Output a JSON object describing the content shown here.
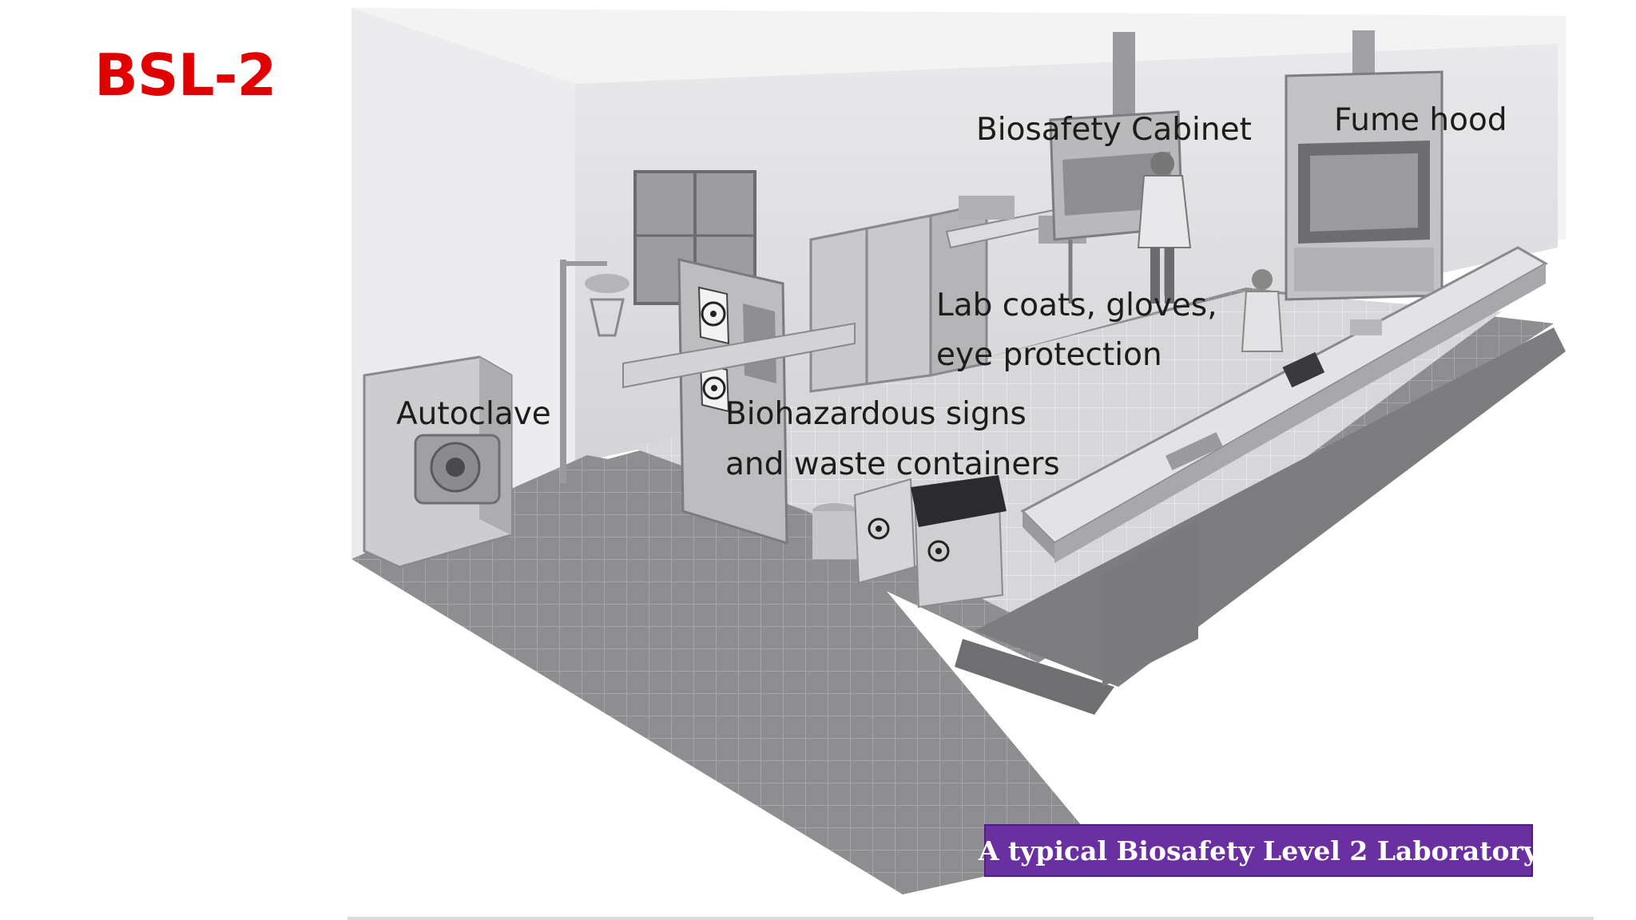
{
  "slide": {
    "title": "BSL-2",
    "title_color": "#e00000"
  },
  "labels": {
    "biosafety_cabinet": "Biosafety Cabinet",
    "fume_hood": "Fume hood",
    "lab_coats_line1": "Lab coats, gloves,",
    "lab_coats_line2": "eye protection",
    "autoclave": "Autoclave",
    "biohazard_line1": "Biohazardous signs",
    "biohazard_line2": "and waste containers"
  },
  "caption": {
    "text": "A typical Biosafety Level 2 Laboratory",
    "background": "#6a2fa0"
  },
  "icons": [
    "biohazard-icon"
  ]
}
